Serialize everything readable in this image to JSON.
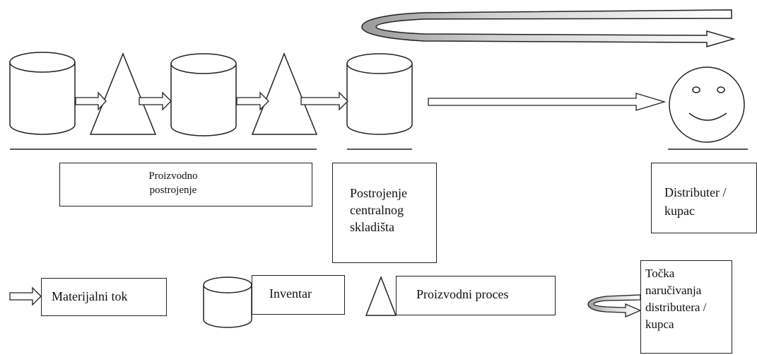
{
  "diagram": {
    "labels": {
      "production_plant": "Proizvodno postrojenje",
      "central_warehouse": "Postrojenje centralnog skladišta",
      "distributor": "Distributer / kupac"
    },
    "legend": {
      "material_flow": "Materijalni tok",
      "inventory": "Inventar",
      "production_process": "Proizvodni proces",
      "order_point": "Točka naručivanja distributera / kupca"
    }
  }
}
